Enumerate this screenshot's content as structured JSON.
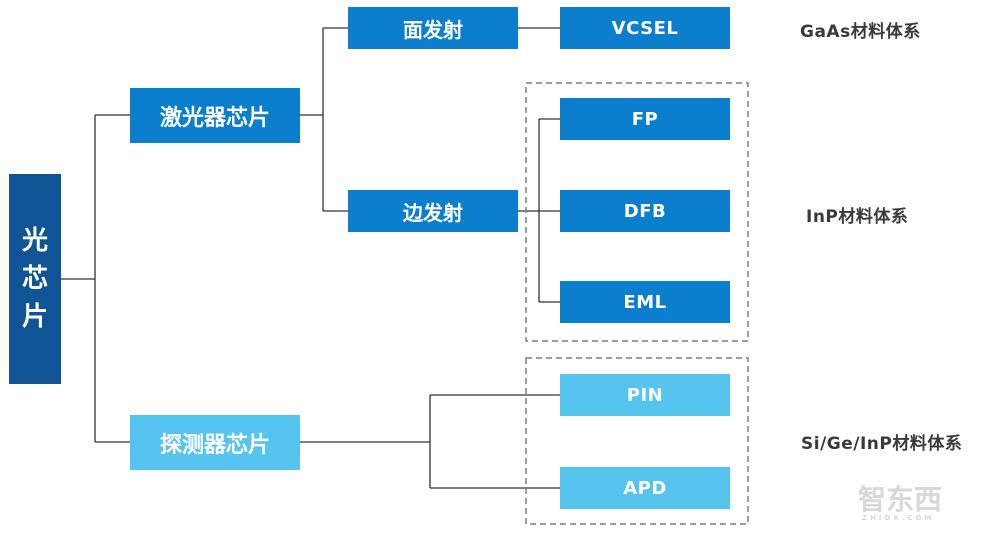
{
  "root": {
    "chars": [
      "光",
      "芯",
      "片"
    ]
  },
  "laser": {
    "label": "激光器芯片",
    "surface": {
      "label": "面发射",
      "child": "VCSEL",
      "material": "GaAs材料体系"
    },
    "edge": {
      "label": "边发射",
      "children": [
        "FP",
        "DFB",
        "EML"
      ],
      "material": "InP材料体系"
    }
  },
  "detector": {
    "label": "探测器芯片",
    "children": [
      "PIN",
      "APD"
    ],
    "material": "Si/Ge/InP材料体系"
  },
  "watermark": {
    "main": "智东西",
    "sub": "ZHIDX.COM"
  },
  "colors": {
    "dark": "#0f5596",
    "mid": "#0b7fce",
    "light": "#55c4ef",
    "line": "#333333",
    "dash": "#7f7f7f"
  }
}
